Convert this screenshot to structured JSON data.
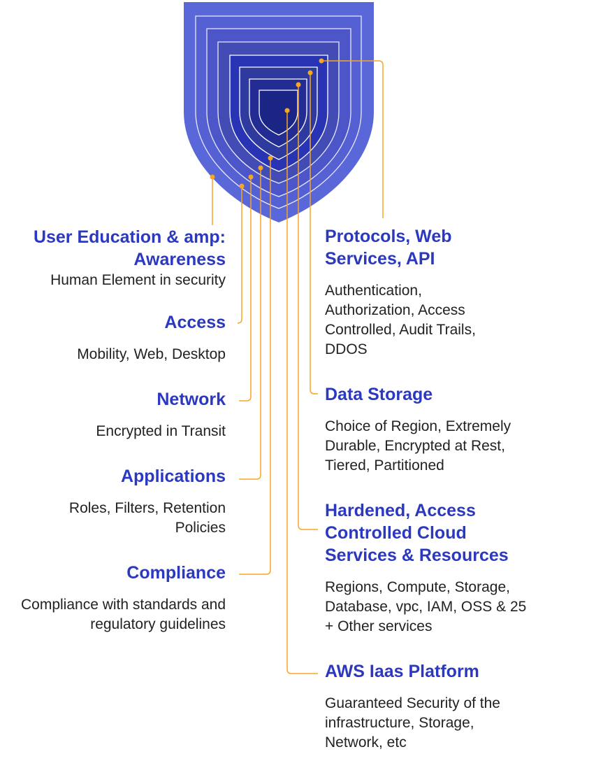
{
  "colors": {
    "shield": "#5a67d8",
    "heading": "#2b38c0",
    "connector": "#f5a623"
  },
  "left": [
    {
      "title": "User Education & amp: Awareness",
      "desc": "Human Element in security"
    },
    {
      "title": "Access",
      "desc": "Mobility, Web, Desktop"
    },
    {
      "title": "Network",
      "desc": "Encrypted in Transit"
    },
    {
      "title": "Applications",
      "desc": "Roles, Filters, Retention Policies"
    },
    {
      "title": "Compliance",
      "desc": "Compliance with standards and regulatory guidelines"
    }
  ],
  "right": [
    {
      "title": "Protocols, Web Services, API",
      "desc": "Authentication, Authorization, Access Controlled, Audit Trails, DDOS"
    },
    {
      "title": "Data Storage",
      "desc": "Choice of Region, Extremely Durable, Encrypted at Rest, Tiered, Partitioned"
    },
    {
      "title": "Hardened, Access Controlled Cloud Services & Resources",
      "desc": "Regions, Compute, Storage, Database, vpc, IAM, OSS & 25 + Other services"
    },
    {
      "title": "AWS Iaas Platform",
      "desc": "Guaranteed Security of the infrastructure, Storage, Network, etc"
    }
  ]
}
